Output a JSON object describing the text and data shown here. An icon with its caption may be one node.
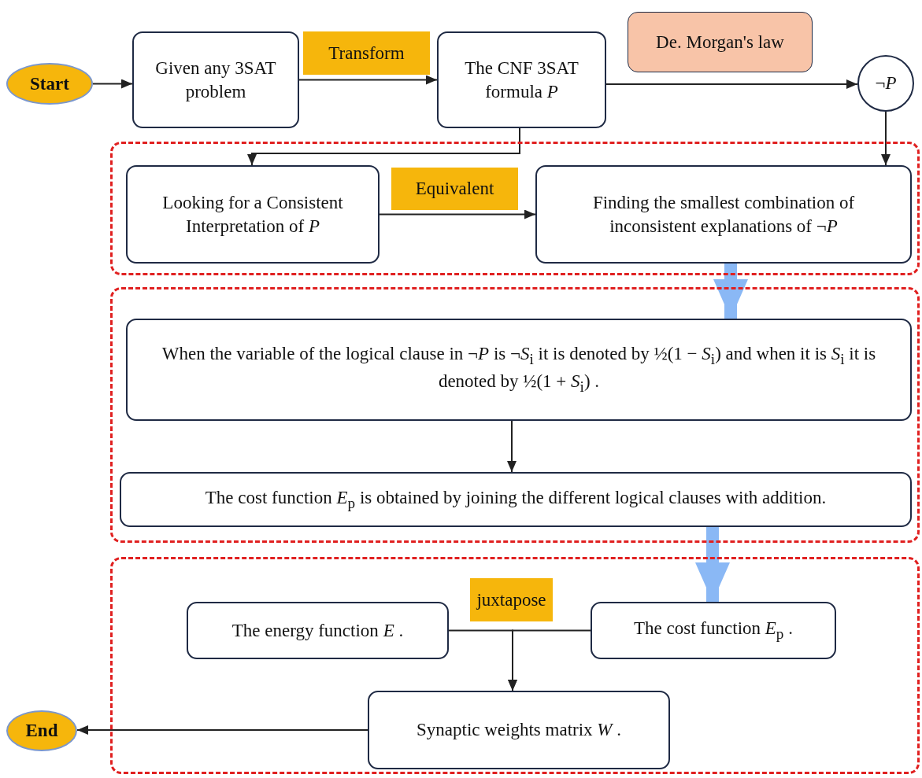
{
  "diagram": {
    "nodes": [
      {
        "text": [
          "Start"
        ]
      },
      {
        "text": [
          "Given any 3SAT problem"
        ]
      },
      {
        "text": [
          "The CNF 3SAT formula *P*"
        ]
      },
      {
        "text": [
          "¬*P*"
        ]
      },
      {
        "text": [],
        "shape": "box"
      },
      {
        "text": [
          "Looking for a Consistent Interpretation of *P*"
        ],
        "in": 4
      },
      {
        "text": [
          "Finding the smallest combination of inconsistent explanations of ¬*P*"
        ],
        "in": 4
      },
      {
        "text": [],
        "shape": "box"
      },
      {
        "text": [
          "When the variable of the logical clause in ¬*P* is ¬*S*$_{i}$ it is denoted by ½(1 − *S*$_{i}$) and when it is *S*$_{i}$ it is denoted by ½(1 + *S*$_{i}$) ."
        ],
        "in": 7
      },
      {
        "text": [
          "The cost function *E*$_{p}$ is obtained by joining the different logical clauses with addition."
        ],
        "in": 7
      },
      {
        "text": [],
        "shape": "box"
      },
      {
        "text": [
          "The energy function *E* ."
        ],
        "in": 10
      },
      {
        "text": [
          "The cost function *E*$_{p}$ ."
        ],
        "in": 10
      },
      {
        "text": [
          "Synaptic weights matrix *W* ."
        ],
        "in": 10
      },
      {
        "text": [
          "End"
        ]
      }
    ],
    "edges": [
      {
        "from": 0,
        "to": 1,
        "arrow": "to"
      },
      {
        "from": 1,
        "to": 2,
        "arrow": "to",
        "label": "Transform"
      },
      {
        "from": 2,
        "to": 3,
        "arrow": "to",
        "label": "De. Morgan's law"
      },
      {
        "from": 2,
        "to": 5,
        "arrow": "to"
      },
      {
        "from": 3,
        "to": 6,
        "arrow": "to"
      },
      {
        "from": 5,
        "to": 6,
        "arrow": "to",
        "label": "Equivalent"
      },
      {
        "from": 6,
        "to": 8,
        "arrow": "to",
        "style": "thick",
        "color": "#8ab8f5"
      },
      {
        "from": 8,
        "to": 9,
        "arrow": "to"
      },
      {
        "from": 9,
        "to": 12,
        "arrow": "to",
        "style": "thick",
        "color": "#8ab8f5"
      },
      {
        "from": 11,
        "to": 13,
        "arrow": "to",
        "label": "juxtapose"
      },
      {
        "from": 12,
        "to": 13,
        "arrow": "to"
      },
      {
        "from": 13,
        "to": 14,
        "arrow": "to"
      }
    ]
  }
}
